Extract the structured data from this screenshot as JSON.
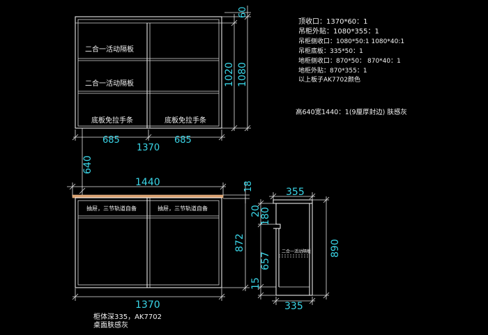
{
  "colors": {
    "background": "#000000",
    "lines": "#ffffff",
    "dimension_text": "#3ad6e8",
    "worktop": "#d9a070"
  },
  "notes": {
    "line1": "顶收口：1370*60：1",
    "line2": "吊柜外贴：1080*355：1",
    "line3": "吊柜侧收口：1080*50:1    1080*40:1",
    "line4": "吊柜底板：335*50：1",
    "line5": "地柜侧收口：870*50：  870*40：1",
    "line6": "地柜外贴：870*355：1",
    "line7": "以上板子AK7702颜色",
    "panel": "高640宽1440：1(9厘厚封边) 肤感灰"
  },
  "upper": {
    "shelf_label_1": "二合一活动隔板",
    "shelf_label_2": "二合一活动隔板",
    "bottom_left": "底板免拉手条",
    "bottom_right": "底板免拉手条",
    "dim_width": "1370",
    "dim_left": "685",
    "dim_right": "685",
    "dim_height_inner": "1020",
    "dim_height_outer": "1080",
    "dim_top": "60"
  },
  "middle": {
    "dim_gap": "640",
    "dim_worktop": "1440",
    "dim_worktop_thk": "18"
  },
  "lower": {
    "drawer_left": "抽屉，三节轨道自备",
    "drawer_right": "抽屉，三节轨道自备",
    "dim_width": "1370",
    "dim_height": "872",
    "caption1": "柜体深335，AK7702",
    "caption2": "桌面肤感灰"
  },
  "side": {
    "dim_top": "355",
    "dim_bottom": "335",
    "dim_20": "20",
    "dim_180": "180",
    "dim_657": "657",
    "dim_15": "15",
    "dim_890": "890",
    "shelf_label": "二合一活动隔板"
  }
}
